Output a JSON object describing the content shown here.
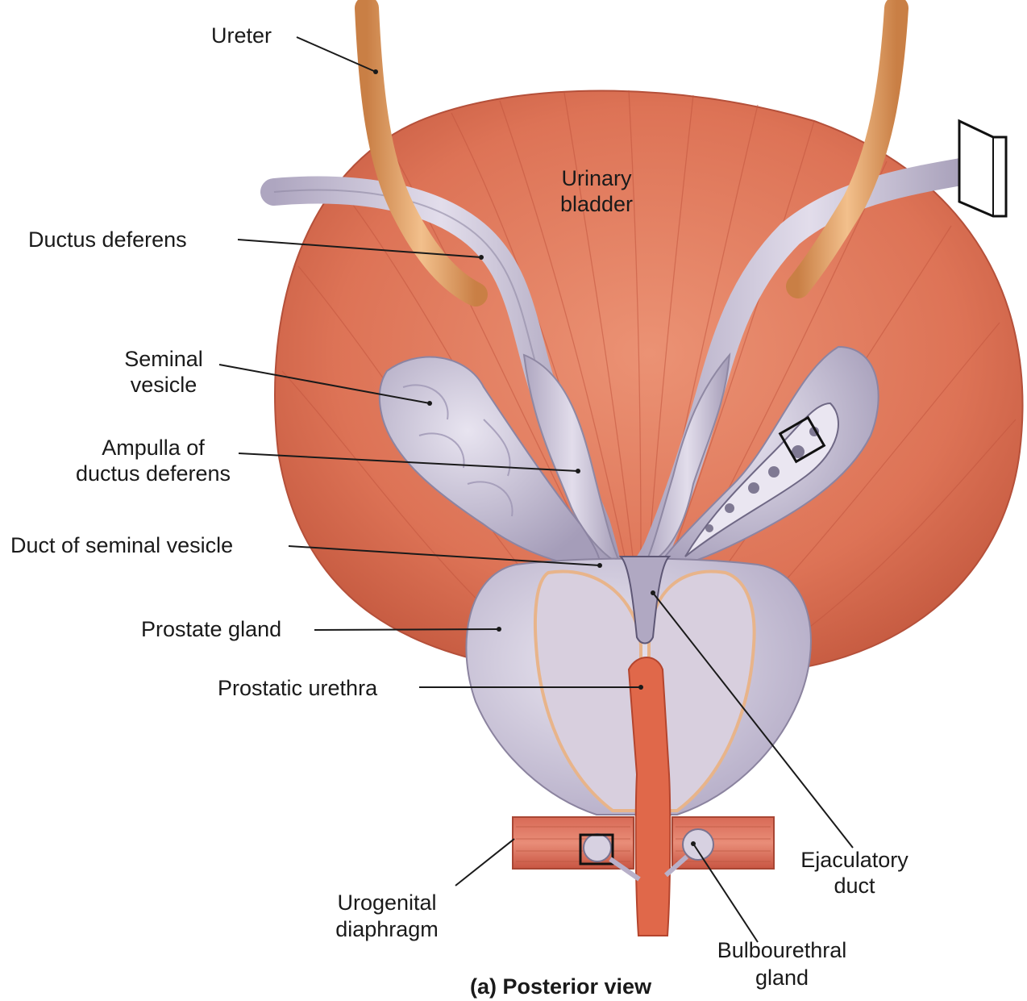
{
  "labels": {
    "ureter": "Ureter",
    "urinary_bladder_1": "Urinary",
    "urinary_bladder_2": "bladder",
    "ductus_deferens": "Ductus deferens",
    "seminal_vesicle_1": "Seminal",
    "seminal_vesicle_2": "vesicle",
    "ampulla_1": "Ampulla of",
    "ampulla_2": "ductus deferens",
    "duct_seminal_vesicle": "Duct of seminal vesicle",
    "prostate_gland": "Prostate gland",
    "prostatic_urethra": "Prostatic urethra",
    "ejaculatory_duct_1": "Ejaculatory",
    "ejaculatory_duct_2": "duct",
    "urogenital_1": "Urogenital",
    "urogenital_2": "diaphragm",
    "bulbourethral_1": "Bulbourethral",
    "bulbourethral_2": "gland"
  },
  "caption": "(a) Posterior view",
  "colors": {
    "bladder": "#e07a5c",
    "bladder_dark": "#c5563c",
    "ureter": "#e8a46a",
    "duct": "#c9c3d6",
    "duct_dark": "#9a93ad",
    "prostate": "#d9d3e3",
    "urethra": "#e0684a",
    "leader": "#1a1a1a"
  }
}
